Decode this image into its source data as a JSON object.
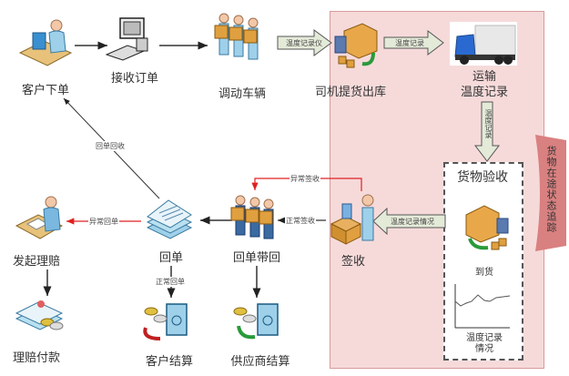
{
  "nodes": {
    "customer_order": "客户下单",
    "receive_order": "接收订单",
    "dispatch_vehicle": "调动车辆",
    "driver_pickup": "司机提货出库",
    "transport_line1": "运输",
    "transport_line2": "温度记录",
    "goods_inspection": "货物验收",
    "arrival": "到货",
    "temp_record_line1": "温度记录",
    "temp_record_line2": "情况",
    "sign_receipt": "签收",
    "receipt_return": "回单带回",
    "receipt": "回单",
    "file_claim": "发起理赔",
    "claim_payment": "理赔付款",
    "customer_settlement": "客户结算",
    "supplier_settlement": "供应商结算"
  },
  "arrow_labels": {
    "temp_recorder": "温度记录仪",
    "temp_record": "温度记录",
    "temp_record_vertical": "温度记录",
    "temp_record_status": "温度记录情况",
    "abnormal_sign": "异常签收",
    "normal_sign": "正常签收",
    "receipt_recovery": "回单回收",
    "abnormal_receipt": "异常回单",
    "normal_receipt": "正常回单"
  },
  "side_tab": "货物在途状态追踪",
  "colors": {
    "zone_fill": "#f6dada",
    "zone_border": "#d99a9a",
    "side_tab": "#d98080",
    "abnormal_arrow": "#e02020",
    "block_arrow_fill": "#e4ead8"
  }
}
